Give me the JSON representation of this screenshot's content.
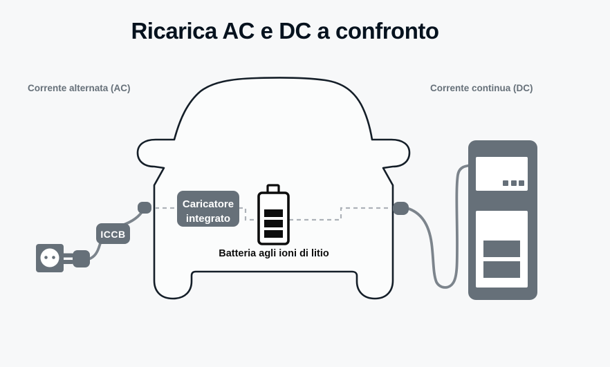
{
  "title": "Ricarica AC e DC a confronto",
  "sections": {
    "ac_label": "Corrente alternata (AC)",
    "dc_label": "Corrente continua (DC)"
  },
  "components": {
    "onboard_charger_line1": "Caricatore",
    "onboard_charger_line2": "integrato",
    "iccb_label": "ICCB",
    "battery_label": "Batteria agli ioni di litio"
  },
  "icons": [
    "wall-socket-icon",
    "power-plug-icon",
    "car-front-outline-icon",
    "lithium-battery-icon",
    "charging-port-icon",
    "dc-charging-station-icon",
    "station-screen-dots-icon",
    "energy-flow-dashed-line"
  ],
  "colors": {
    "background": "#f7f8f9",
    "car_fill": "#fbfcfc",
    "car_outline": "#141e28",
    "accent_gray": "#667079",
    "cable_gray": "#7c848c",
    "dashed_gray": "#adb2b8",
    "battery_ink": "#0d0d0d",
    "title_text": "#06121e",
    "label_text": "#667079",
    "white": "#ffffff"
  }
}
